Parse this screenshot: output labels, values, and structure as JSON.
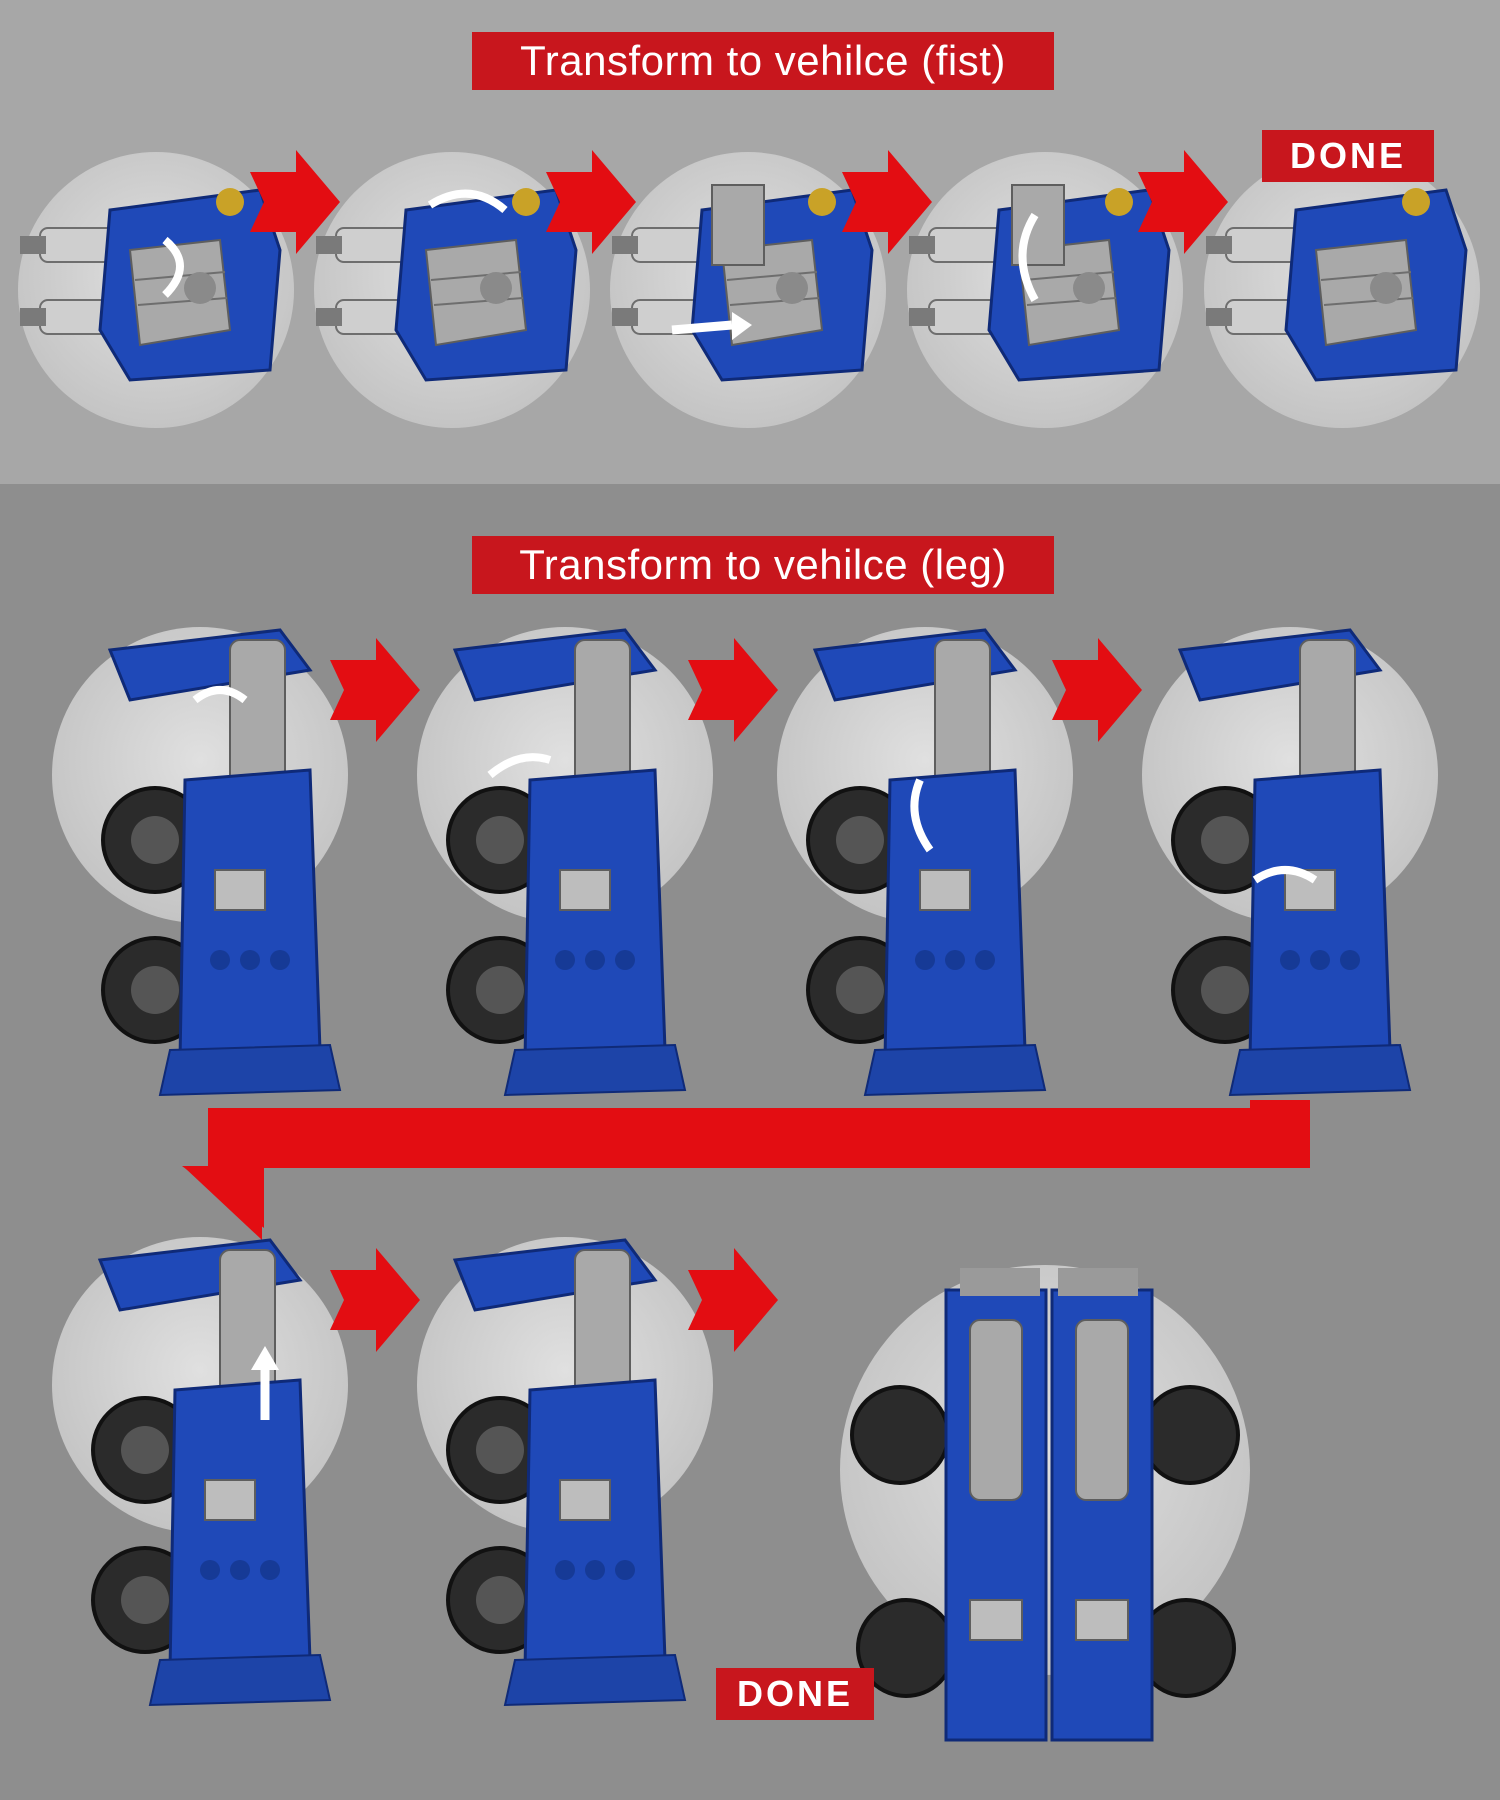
{
  "sections": {
    "fist": {
      "title": "Transform to vehilce (fist)",
      "done": "DONE"
    },
    "leg": {
      "title": "Transform to vehilce (leg)",
      "done": "DONE"
    }
  },
  "colors": {
    "banner_red": "#c8161d",
    "arrow_red": "#e30d12",
    "toy_blue": "#1f49b8",
    "toy_grey": "#a9a9a9",
    "circle_bg": "#d3d3d3"
  },
  "icons": [
    "flow-arrow",
    "rotate-arrow-icon",
    "done-badge"
  ]
}
